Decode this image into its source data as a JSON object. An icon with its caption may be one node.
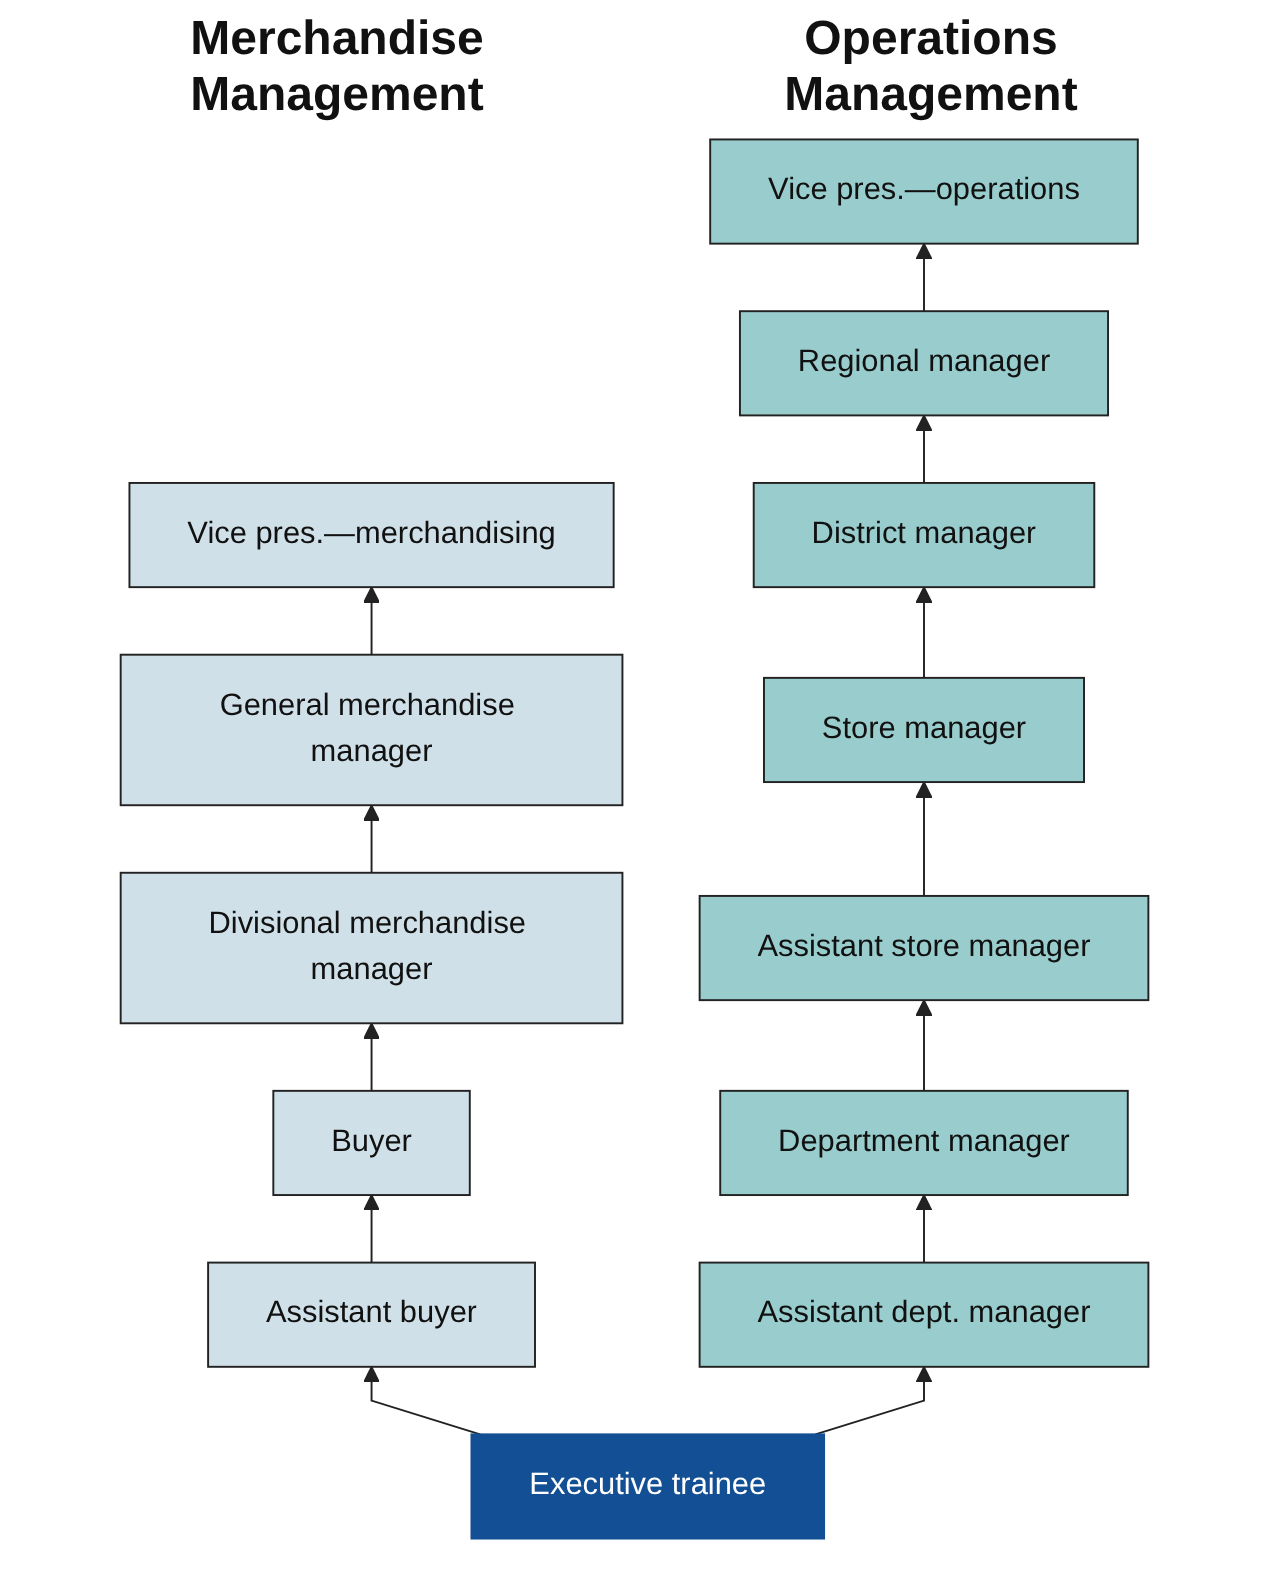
{
  "diagram": {
    "nodes": [
      {
        "text": [
          "Vice pres.—merchandising"
        ]
      },
      {
        "text": [
          "General merchandise manager"
        ]
      },
      {
        "text": [
          "Divisional merchandise manager"
        ]
      },
      {
        "text": [
          "Buyer"
        ]
      },
      {
        "text": [
          "Assistant buyer"
        ]
      },
      {
        "text": [
          "Vice pres.—operations"
        ]
      },
      {
        "text": [
          "Regional manager"
        ]
      },
      {
        "text": [
          "District manager"
        ]
      },
      {
        "text": [
          "Store manager"
        ]
      },
      {
        "text": [
          "Assistant store manager"
        ]
      },
      {
        "text": [
          "Department manager"
        ]
      },
      {
        "text": [
          "Assistant dept. manager"
        ]
      },
      {
        "text": [
          "Executive trainee"
        ]
      }
    ],
    "edges": [
      {
        "from": 12,
        "to": 4,
        "arrow": "to"
      },
      {
        "from": 12,
        "to": 11,
        "arrow": "to"
      },
      {
        "from": 4,
        "to": 3,
        "arrow": "to"
      },
      {
        "from": 3,
        "to": 2,
        "arrow": "to"
      },
      {
        "from": 2,
        "to": 1,
        "arrow": "to"
      },
      {
        "from": 1,
        "to": 0,
        "arrow": "to"
      },
      {
        "from": 11,
        "to": 10,
        "arrow": "to"
      },
      {
        "from": 10,
        "to": 9,
        "arrow": "to"
      },
      {
        "from": 9,
        "to": 8,
        "arrow": "to"
      },
      {
        "from": 8,
        "to": 7,
        "arrow": "to"
      },
      {
        "from": 7,
        "to": 6,
        "arrow": "to"
      },
      {
        "from": 6,
        "to": 5,
        "arrow": "to"
      }
    ],
    "labels": [
      "Merchandise Management",
      "Operations Management"
    ]
  }
}
